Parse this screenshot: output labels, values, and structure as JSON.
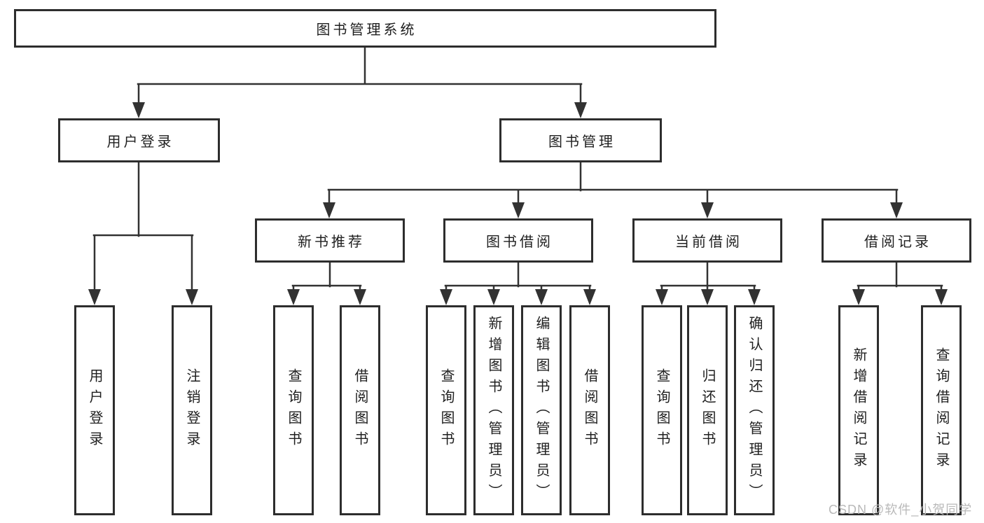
{
  "diagram": {
    "root": {
      "label": "图书管理系统"
    },
    "branches": [
      {
        "label": "用户登录",
        "children": [
          {
            "label": "用户登录"
          },
          {
            "label": "注销登录"
          }
        ]
      },
      {
        "label": "图书管理",
        "children": [
          {
            "label": "新书推荐",
            "children": [
              {
                "label": "查询图书"
              },
              {
                "label": "借阅图书"
              }
            ]
          },
          {
            "label": "图书借阅",
            "children": [
              {
                "label": "查询图书"
              },
              {
                "label": "新增图书（管理员）"
              },
              {
                "label": "编辑图书（管理员）"
              },
              {
                "label": "借阅图书"
              }
            ]
          },
          {
            "label": "当前借阅",
            "children": [
              {
                "label": "查询图书"
              },
              {
                "label": "归还图书"
              },
              {
                "label": "确认归还（管理员）"
              }
            ]
          },
          {
            "label": "借阅记录",
            "children": [
              {
                "label": "新增借阅记录"
              },
              {
                "label": "查询借阅记录"
              }
            ]
          }
        ]
      }
    ]
  },
  "watermark": {
    "text": "CSDN @软件_小贺同学",
    "color": "#b9b9b9"
  },
  "colors": {
    "background": "#ffffff",
    "line": "#323232",
    "box_border": "#2d2d2d",
    "text": "#1f1f1f",
    "watermark": "#b9b9b9"
  }
}
